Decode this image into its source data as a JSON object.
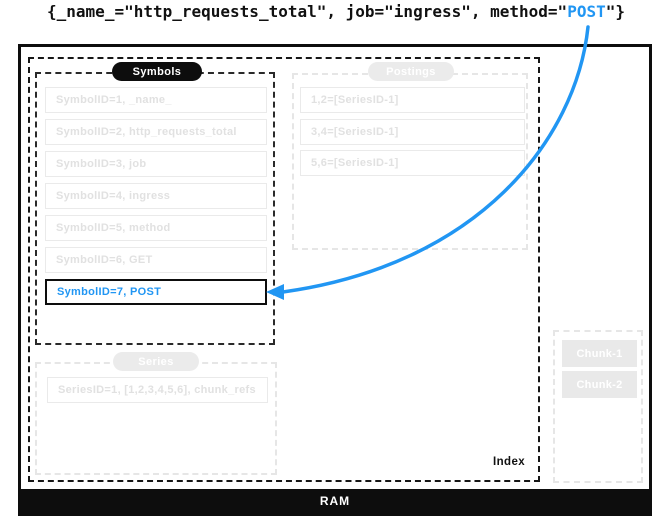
{
  "header": {
    "code_prefix": "{_name_=\"http_requests_total\", job=\"ingress\", method=\"",
    "code_highlight": "POST",
    "code_suffix": "\"}"
  },
  "colors": {
    "accent_blue": "#2196F3",
    "black": "#0d0d0d",
    "light_gray": "#e9e9e9"
  },
  "symbols": {
    "title": "Symbols",
    "items": [
      {
        "label": "SymbolID=1, _name_"
      },
      {
        "label": "SymbolID=2, http_requests_total"
      },
      {
        "label": "SymbolID=3, job"
      },
      {
        "label": "SymbolID=4, ingress"
      },
      {
        "label": "SymbolID=5, method"
      },
      {
        "label": "SymbolID=6, GET"
      },
      {
        "label": "SymbolID=7, POST"
      }
    ]
  },
  "postings": {
    "title": "Postings",
    "items": [
      {
        "label": "1,2=[SeriesID-1]"
      },
      {
        "label": "3,4=[SeriesID-1]"
      },
      {
        "label": "5,6=[SeriesID-1]"
      }
    ]
  },
  "series": {
    "title": "Series",
    "items": [
      {
        "label": "SeriesID=1, [1,2,3,4,5,6], chunk_refs"
      }
    ]
  },
  "chunks": {
    "items": [
      {
        "label": "Chunk-1"
      },
      {
        "label": "Chunk-2"
      }
    ]
  },
  "index": {
    "label": "Index"
  },
  "ram": {
    "label": "RAM"
  }
}
